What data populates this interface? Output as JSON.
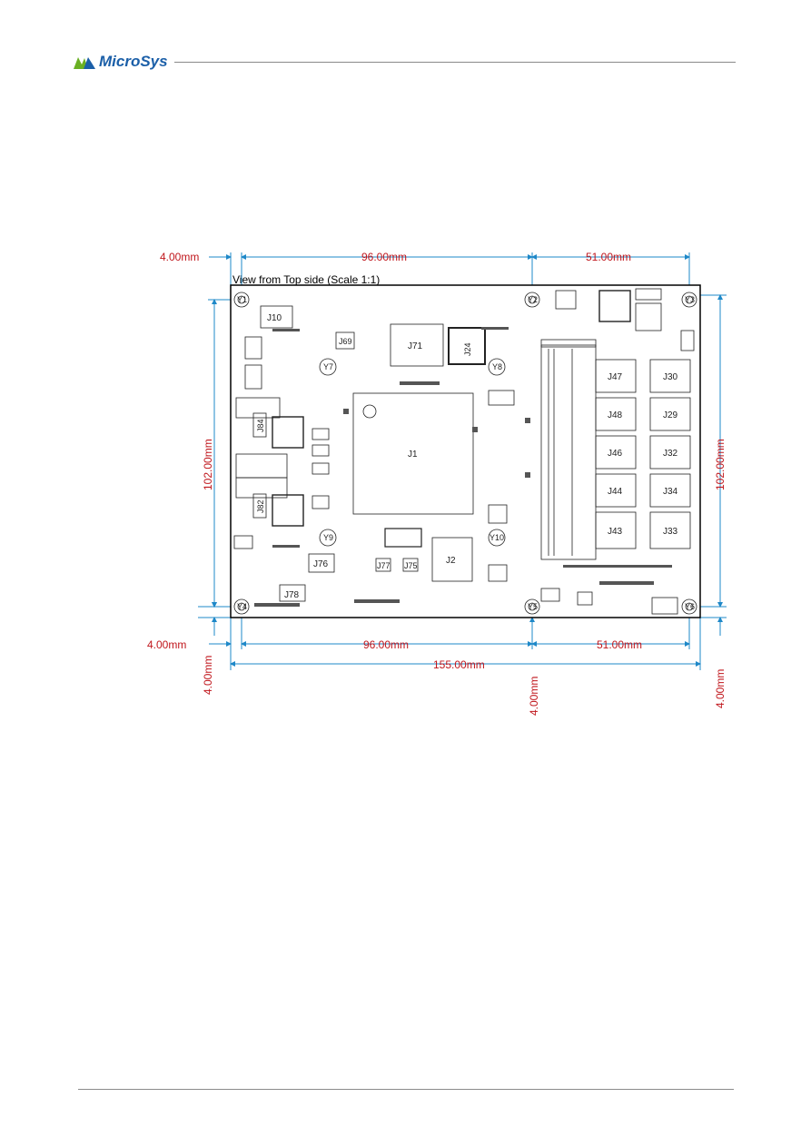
{
  "header": {
    "brand": "MicroSys",
    "brand_color": "#1b5fa8",
    "accent_color": "#6ab023"
  },
  "figure": {
    "caption": "View from Top side (Scale 1:1)",
    "dimensions": {
      "top_left_offset": "4.00mm",
      "top_mid_span": "96.00mm",
      "top_right_span": "51.00mm",
      "left_height": "102.00mm",
      "right_height": "102.00mm",
      "bottom_left_offset": "4.00mm",
      "bottom_mid_span": "96.00mm",
      "bottom_right_span": "51.00mm",
      "total_width": "155.00mm",
      "left_vertical_offset": "4.00mm",
      "mid_vertical_offset": "4.00mm",
      "right_vertical_offset": "4.00mm"
    },
    "dimension_color": "#c0161c",
    "line_color": "#1e88c8",
    "components": {
      "j1": "J1",
      "j2": "J2",
      "j10": "J10",
      "j71": "J71",
      "j24": "J24",
      "j69": "J69",
      "j76": "J76",
      "j77": "J77",
      "j75": "J75",
      "j78": "J78",
      "j84": "J84",
      "j82": "J82",
      "j47": "J47",
      "j30": "J30",
      "j48": "J48",
      "j29": "J29",
      "j46": "J46",
      "j32": "J32",
      "j44": "J44",
      "j34": "J34",
      "j43": "J43",
      "j33": "J33",
      "y1": "Y1",
      "y2": "Y2",
      "y3": "Y3",
      "y4": "Y4",
      "y5": "Y5",
      "y6": "Y6",
      "y7": "Y7",
      "y8": "Y8",
      "y9": "Y9",
      "y10": "Y10"
    }
  }
}
